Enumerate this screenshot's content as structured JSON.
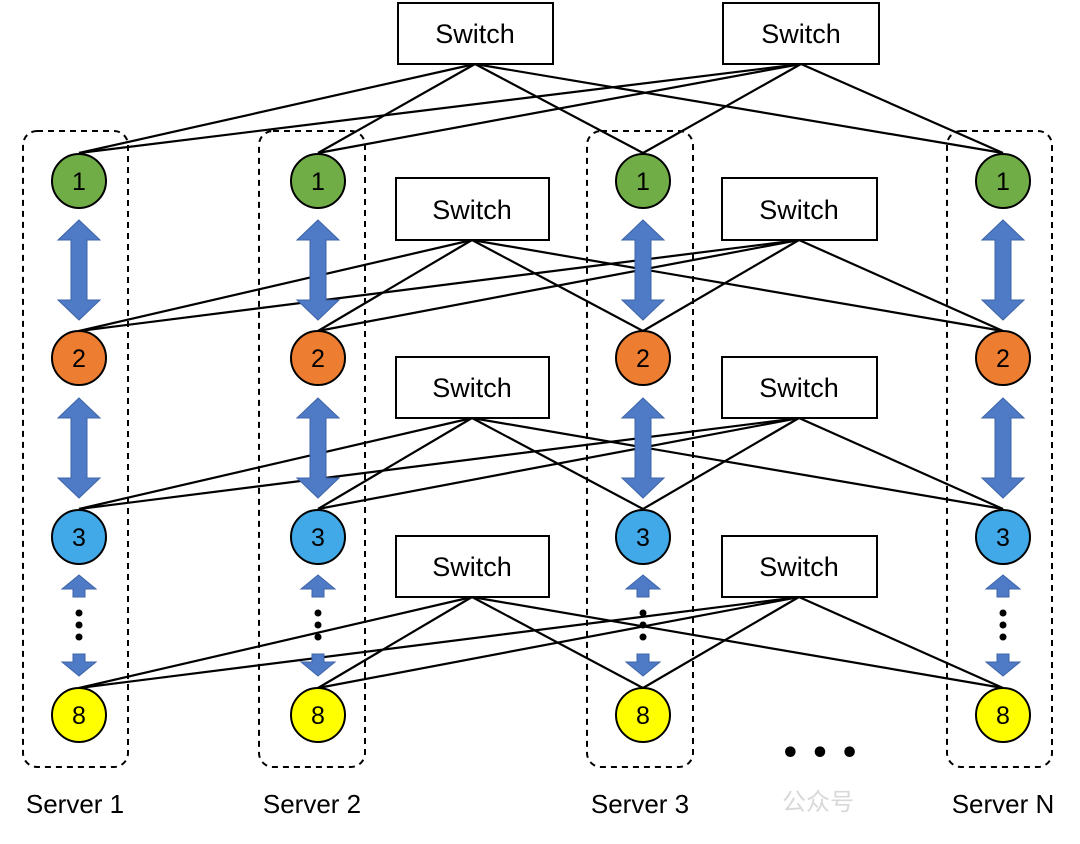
{
  "colors": {
    "line": "#000000",
    "arrow": "#4f7ac6",
    "node_1": "#70ad47",
    "node_2": "#ed7d31",
    "node_3": "#41a9e8",
    "node_8": "#ffff00",
    "box_border": "#000000"
  },
  "switches": [
    {
      "id": "top-left",
      "label": "Switch"
    },
    {
      "id": "top-right",
      "label": "Switch"
    },
    {
      "id": "row2-left",
      "label": "Switch"
    },
    {
      "id": "row2-right",
      "label": "Switch"
    },
    {
      "id": "row3-left",
      "label": "Switch"
    },
    {
      "id": "row3-right",
      "label": "Switch"
    },
    {
      "id": "row4-left",
      "label": "Switch"
    },
    {
      "id": "row4-right",
      "label": "Switch"
    }
  ],
  "servers": [
    {
      "label": "Server 1",
      "nodes": [
        "1",
        "2",
        "3",
        "8"
      ]
    },
    {
      "label": "Server 2",
      "nodes": [
        "1",
        "2",
        "3",
        "8"
      ]
    },
    {
      "label": "Server 3",
      "nodes": [
        "1",
        "2",
        "3",
        "8"
      ]
    },
    {
      "label": "Server N",
      "nodes": [
        "1",
        "2",
        "3",
        "8"
      ]
    }
  ],
  "ellipsis": "• • •",
  "watermark": "公众号"
}
